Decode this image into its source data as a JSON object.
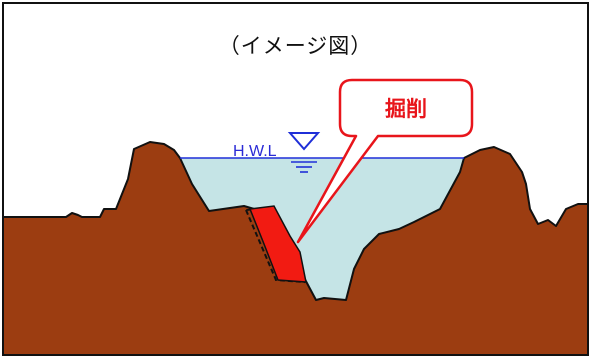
{
  "caption": "（イメージ図）",
  "water_level": {
    "label": "H.W.L"
  },
  "callout": {
    "label": "掘削"
  },
  "colors": {
    "ground": "#9c3d11",
    "water": "#c5e4e6",
    "excavation": "#f21b12",
    "water_line": "#1f2fd8",
    "callout_border": "#e8151b"
  }
}
